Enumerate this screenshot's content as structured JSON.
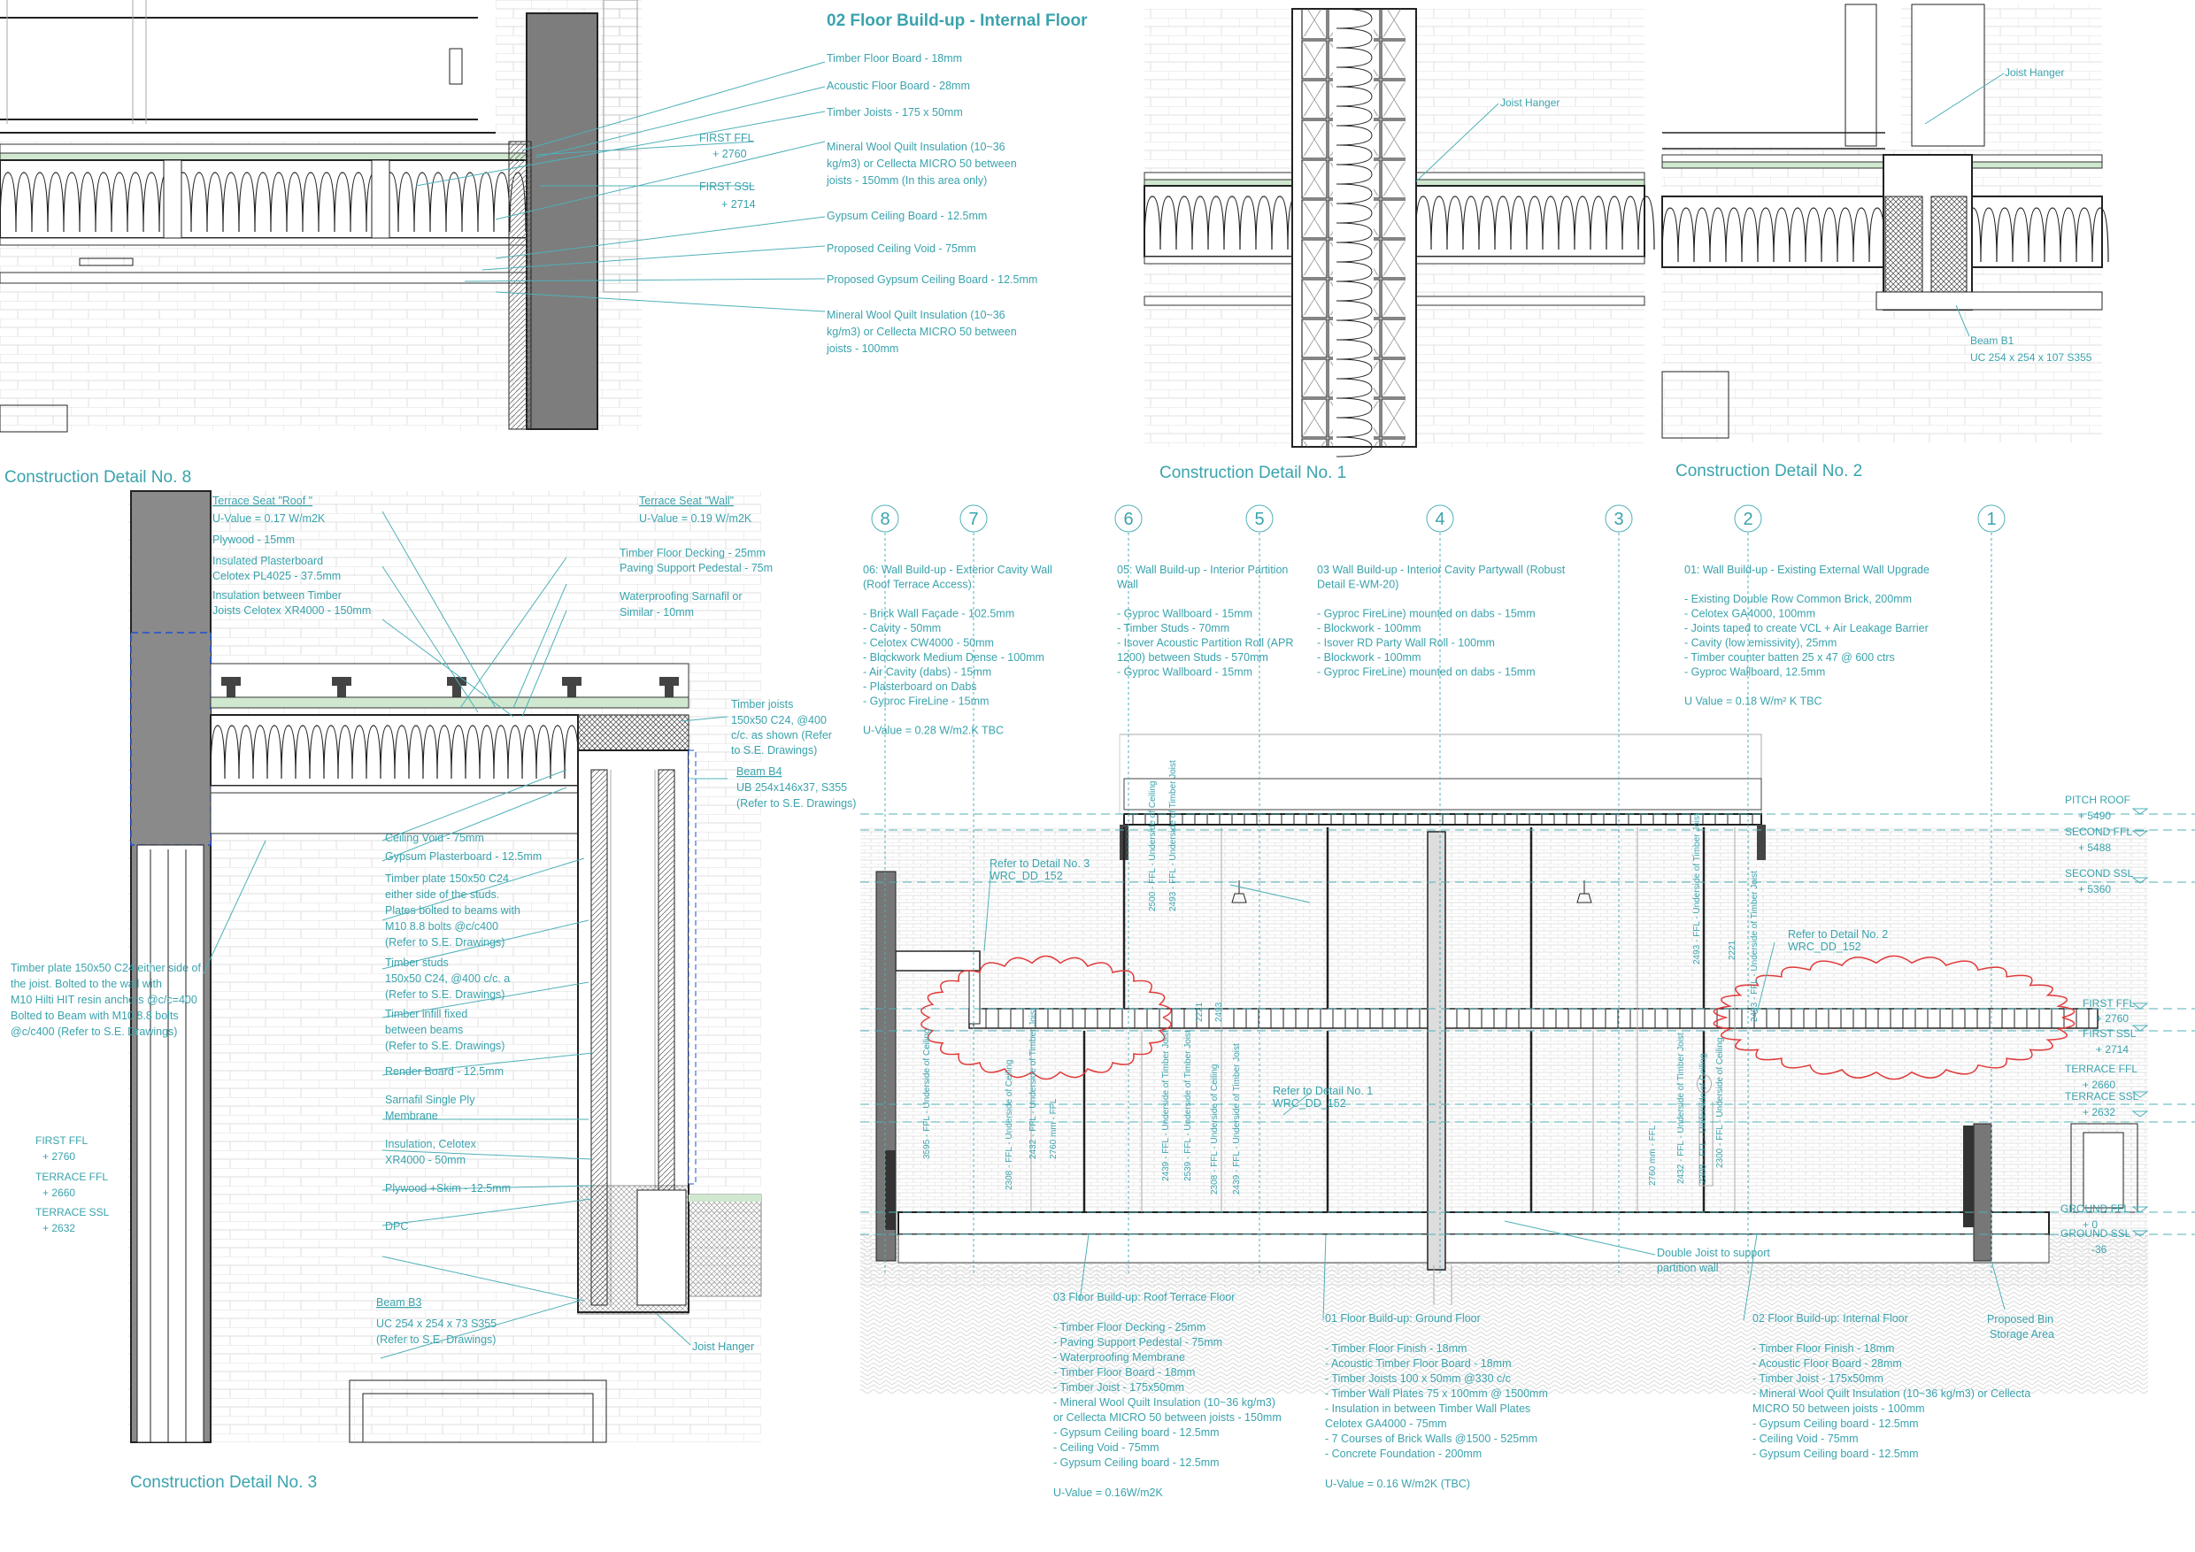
{
  "colors": {
    "annotation": "#3aa3ad",
    "line": "#222222",
    "cloud": "#e23a3a",
    "insulation": "#555555"
  },
  "titles": {
    "d02_heading": "02 Floor Build-up - Internal Floor",
    "detail8": "Construction Detail No. 8",
    "detail1": "Construction Detail No. 1",
    "detail2": "Construction Detail No. 2",
    "detail3": "Construction Detail No. 3"
  },
  "d02": {
    "labels": [
      "Timber Floor Board - 18mm",
      "Acoustic Floor Board - 28mm",
      "Timber Joists - 175 x 50mm",
      "Mineral Wool Quilt Insulation (10~36",
      "kg/m3) or Cellecta MICRO 50 between",
      "joists - 150mm (In this area only)",
      "Gypsum Ceiling Board - 12.5mm",
      "Proposed Ceiling Void - 75mm",
      "Proposed Gypsum Ceiling Board - 12.5mm",
      "Mineral Wool Quilt Insulation (10~36",
      "kg/m3) or Cellecta MICRO 50 between",
      "joists - 100mm"
    ],
    "levels": [
      "FIRST FFL",
      "+ 2760",
      "FIRST SSL",
      "+ 2714"
    ]
  },
  "d1": {
    "labels": [
      "Joist Hanger"
    ]
  },
  "d2": {
    "labels": [
      "Joist Hanger",
      "Beam B1",
      "UC 254 x 254 x 107 S355"
    ]
  },
  "d3": {
    "top_left": [
      "Terrace Seat \"Roof \"",
      "U-Value = 0.17 W/m2K",
      "Plywood - 15mm",
      "Insulated Plasterboard",
      "Celotex PL4025 - 37.5mm",
      "Insulation between Timber",
      "Joists Celotex XR4000 - 150mm"
    ],
    "top_right": [
      "Terrace Seat \"Wall\"",
      "U-Value = 0.19 W/m2K",
      "Timber Floor Decking - 25mm",
      "Paving Support Pedestal - 75m",
      "Waterproofing Sarnafil or",
      "Similar - 10mm"
    ],
    "right": [
      "Timber joists",
      "150x50 C24, @400",
      "c/c. as shown (Refer",
      "to S.E. Drawings)",
      "Beam B4",
      "UB 254x146x37, S355",
      "(Refer to S.E. Drawings)"
    ],
    "middle": [
      "Ceiling Void - 75mm",
      "Gypsum Plasterboard - 12.5mm",
      "Timber plate 150x50 C24",
      "either side of the studs.",
      "Plates bolted to beams with",
      "M10 8.8 bolts @c/c400",
      "(Refer to S.E. Drawings)",
      "Timber studs",
      "150x50 C24, @400 c/c. a",
      "(Refer to S.E. Drawings)",
      "Timber infill fixed",
      "between beams",
      "(Refer to S.E. Drawings)",
      "Render Board - 12.5mm",
      "Sarnafil Single Ply",
      "Membrane",
      "Insulation, Celotex",
      "XR4000 - 50mm",
      "Plywood +Skim - 12.5mm",
      "DPC"
    ],
    "left": [
      "Timber plate 150x50 C24 either side of",
      "the joist. Bolted to the wall with",
      "M10 Hilti HIT resin anchors @c/c=400",
      "Bolted to Beam with M10 8.8 bolts",
      "@c/c400 (Refer to S.E. Drawings)"
    ],
    "levels": [
      "FIRST FFL",
      "+ 2760",
      "TERRACE FFL",
      "+ 2660",
      "TERRACE SSL",
      "+ 2632"
    ],
    "beam": [
      "Beam B3",
      "UC 254 x 254 x 73 S355",
      "(Refer to S.E. Drawings)"
    ],
    "hanger": "Joist Hanger"
  },
  "section": {
    "grids": [
      "8",
      "7",
      "6",
      "5",
      "4",
      "3",
      "2",
      "1"
    ],
    "w06": [
      "06: Wall Build-up - Exterior Cavity Wall",
      "(Roof Terrace Access)",
      "",
      "- Brick Wall Façade - 102.5mm",
      "- Cavity - 50mm",
      "- Celotex CW4000 - 50mm",
      "- Blockwork Medium Dense - 100mm",
      "- Air Cavity (dabs) - 15mm",
      "- Plasterboard on Dabs",
      "- Gyproc FireLine - 15mm",
      "",
      "U-Value = 0.28 W/m2.K TBC"
    ],
    "w05": [
      "05: Wall Build-up - Interior Partition",
      "Wall",
      "",
      "- Gyproc Wallboard - 15mm",
      "- Timber Studs - 70mm",
      "- Isover Acoustic Partition Roll (APR",
      "1200) between Studs - 570mm",
      "- Gyproc Wallboard - 15mm"
    ],
    "w03": [
      "03 Wall Build-up - Interior Cavity Partywall (Robust",
      "Detail E-WM-20)",
      "",
      "- Gyproc FireLine) mounted on dabs - 15mm",
      "- Blockwork - 100mm",
      "- Isover RD Party Wall Roll - 100mm",
      "- Blockwork - 100mm",
      "- Gyproc FireLine) mounted on dabs - 15mm"
    ],
    "w01": [
      "01: Wall Build-up - Existing External Wall Upgrade",
      "",
      "- Existing Double Row Common Brick, 200mm",
      "- Celotex GA4000, 100mm",
      "- Joints taped to create VCL + Air Leakage Barrier",
      "- Cavity (low emissivity), 25mm",
      "- Timber counter batten 25 x 47 @ 600 ctrs",
      "- Gyproc Wallboard, 12.5mm",
      "",
      "U Value = 0.18 W/m² K TBC"
    ],
    "levels": [
      "PITCH ROOF",
      "+ 5490",
      "SECOND FFL",
      "+ 5488",
      "SECOND SSL",
      "+ 5360",
      "FIRST FFL",
      "+ 2760",
      "FIRST SSL",
      "+ 2714",
      "TERRACE FFL",
      "+ 2660",
      "TERRACE SSL",
      "+ 2632",
      "GROUND FFL",
      "+ 0",
      "GROUND SSL",
      "-36"
    ],
    "refs": [
      "Refer to Detail No. 3",
      "WRC_DD_152",
      "Refer to Detail No. 2",
      "WRC_DD_152",
      "Refer to Detail No. 1",
      "WRC_DD_152"
    ],
    "dims": [
      "2500 - FFL - Underside of Ceiling",
      "2493 - FFL - Underside of Timber Joist",
      "2221",
      "2493",
      "3595 - FFL - Underside of Ceiling",
      "2308 - FFL - Underside of Ceiling",
      "2432 - FFL - Underside of Timber Joist",
      "2760 mm - FFL",
      "2439 - FFL - Underside of Timber Joist",
      "2539 - FFL - Underside of Timber Joist",
      "2308 - FFL - Underside of Ceiling",
      "2439 - FFL - Underside of Timber Joist",
      "2432 - FFL - Underside of Timber Joist",
      "2308 - FFL - Underside of Ceiling",
      "2300 - FFL - Underside of Ceiling",
      "2493 - FFL - Underside of Timber Joist",
      "2221",
      "2493 - FFL - Underside of Timber Joist",
      "2760 mm - FFL"
    ],
    "double_joist": [
      "Double Joist to support",
      "partition wall"
    ],
    "bin": [
      "Proposed Bin",
      "Storage Area"
    ],
    "f03": [
      "03 Floor Build-up: Roof Terrace Floor",
      "",
      "- Timber Floor Decking - 25mm",
      "- Paving Support Pedestal - 75mm",
      "- Waterproofing Membrane",
      "- Timber Floor Board - 18mm",
      "- Timber Joist - 175x50mm",
      "- Mineral Wool Quilt Insulation (10~36 kg/m3)",
      "or Cellecta MICRO 50 between joists - 150mm",
      "- Gypsum Ceiling board - 12.5mm",
      "- Ceiling Void - 75mm",
      "- Gypsum Ceiling board - 12.5mm",
      "",
      "U-Value = 0.16W/m2K"
    ],
    "f01": [
      "01 Floor Build-up: Ground Floor",
      "",
      "- Timber Floor Finish - 18mm",
      "- Acoustic Timber Floor Board - 18mm",
      "- Timber Joists 100 x 50mm @330 c/c",
      "- Timber Wall Plates 75 x 100mm @ 1500mm",
      "- Insulation in between Timber Wall Plates",
      "Celotex GA4000 - 75mm",
      "- 7 Courses of Brick Walls @1500 - 525mm",
      "- Concrete Foundation - 200mm",
      "",
      "U-Value = 0.16 W/m2K (TBC)"
    ],
    "f02": [
      "02 Floor Build-up: Internal Floor",
      "",
      "- Timber Floor Finish - 18mm",
      "- Acoustic Floor Board - 28mm",
      "- Timber Joist - 175x50mm",
      "- Mineral Wool Quilt Insulation (10~36 kg/m3) or Cellecta",
      "MICRO 50 between joists - 100mm",
      "- Gypsum Ceiling board - 12.5mm",
      "- Ceiling Void - 75mm",
      "- Gypsum Ceiling board - 12.5mm"
    ]
  }
}
